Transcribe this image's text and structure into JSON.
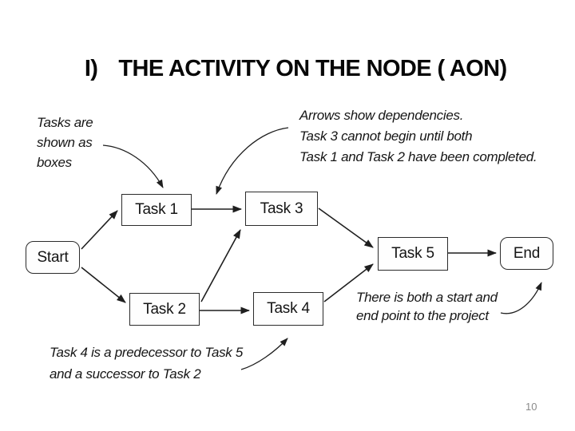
{
  "slide": {
    "title": {
      "numeral": "I)",
      "text": "THE ACTIVITY ON THE NODE ( AON)"
    },
    "page_number": "10"
  },
  "diagram": {
    "type": "activity-on-node-network",
    "nodes": [
      {
        "id": "start",
        "label": "Start",
        "shape": "rounded"
      },
      {
        "id": "task1",
        "label": "Task 1",
        "shape": "rect"
      },
      {
        "id": "task2",
        "label": "Task 2",
        "shape": "rect"
      },
      {
        "id": "task3",
        "label": "Task 3",
        "shape": "rect"
      },
      {
        "id": "task4",
        "label": "Task 4",
        "shape": "rect"
      },
      {
        "id": "task5",
        "label": "Task 5",
        "shape": "rect"
      },
      {
        "id": "end",
        "label": "End",
        "shape": "rounded"
      }
    ],
    "edges": [
      {
        "from": "Start",
        "to": "Task 1"
      },
      {
        "from": "Start",
        "to": "Task 2"
      },
      {
        "from": "Task 1",
        "to": "Task 3"
      },
      {
        "from": "Task 2",
        "to": "Task 3"
      },
      {
        "from": "Task 2",
        "to": "Task 4"
      },
      {
        "from": "Task 3",
        "to": "Task 5"
      },
      {
        "from": "Task 4",
        "to": "Task 5"
      },
      {
        "from": "Task 5",
        "to": "End"
      }
    ],
    "annotations": [
      {
        "id": "tasks",
        "text": "Tasks are\nshown as\nboxes",
        "points_to": "Task 1"
      },
      {
        "id": "arrows",
        "text": "Arrows show dependencies.\nTask 3 cannot begin until both\nTask 1 and Task 2 have been completed.",
        "points_to": "arrow between Task 1 and Task 3"
      },
      {
        "id": "task4",
        "text": "Task 4 is a predecessor to Task 5\nand a successor to Task 2",
        "points_to": "Task 4"
      },
      {
        "id": "startend",
        "text": "There is both a start and\nend point to the project",
        "points_to": "End"
      }
    ],
    "colors": {
      "ink": "#1f1f1f",
      "box_border": "#2b2b2b",
      "background": "#ffffff",
      "page_number": "#8a8a8a"
    }
  }
}
